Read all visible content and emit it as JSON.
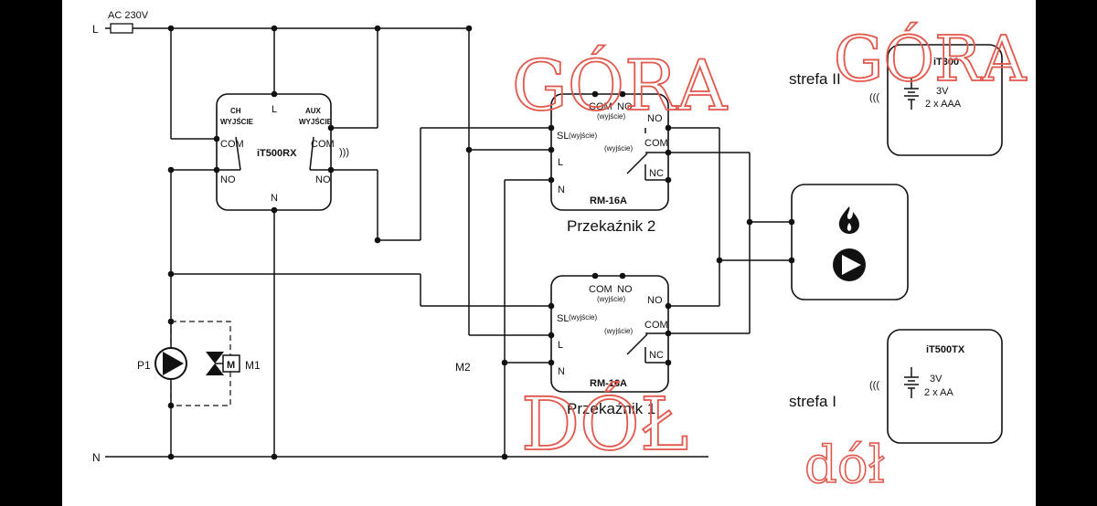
{
  "diagram": {
    "mains": {
      "phase": "L",
      "neutral": "N",
      "supply": "AC 230V"
    },
    "controller": {
      "name": "iT500RX",
      "ch_header": "CH",
      "aux_header": "AUX",
      "output": "WYJŚCIE",
      "com": "COM",
      "no": "NO",
      "l": "L",
      "n": "N"
    },
    "relay_top": {
      "model": "RM-16A",
      "caption": "Przekaźnik 2",
      "com": "COM",
      "no": "NO",
      "nc": "NC",
      "sl": "SL",
      "l": "L",
      "n": "N",
      "wyjscie": "(wyjście)"
    },
    "relay_bottom": {
      "model": "RM-16A",
      "caption": "Przekaźnik 1",
      "com": "COM",
      "no": "NO",
      "nc": "NC",
      "sl": "SL",
      "l": "L",
      "n": "N",
      "wyjscie": "(wyjście)"
    },
    "pump_valve": {
      "pump_label": "P1",
      "valve_label": "M1",
      "motor_letter": "M",
      "m2_label": "M2"
    },
    "zone2": {
      "label": "strefa II",
      "device": "iT300",
      "voltage": "3V",
      "battery": "2 x AAA"
    },
    "zone1": {
      "label": "strefa I",
      "device": "iT500TX",
      "voltage": "3V",
      "battery": "2 x AA"
    },
    "handwriting": {
      "top_left": "GÓRA",
      "top_right": "GÓRA",
      "bottom_center": "DÓŁ",
      "bottom_right": "dół",
      "color": "#e2574c"
    }
  }
}
